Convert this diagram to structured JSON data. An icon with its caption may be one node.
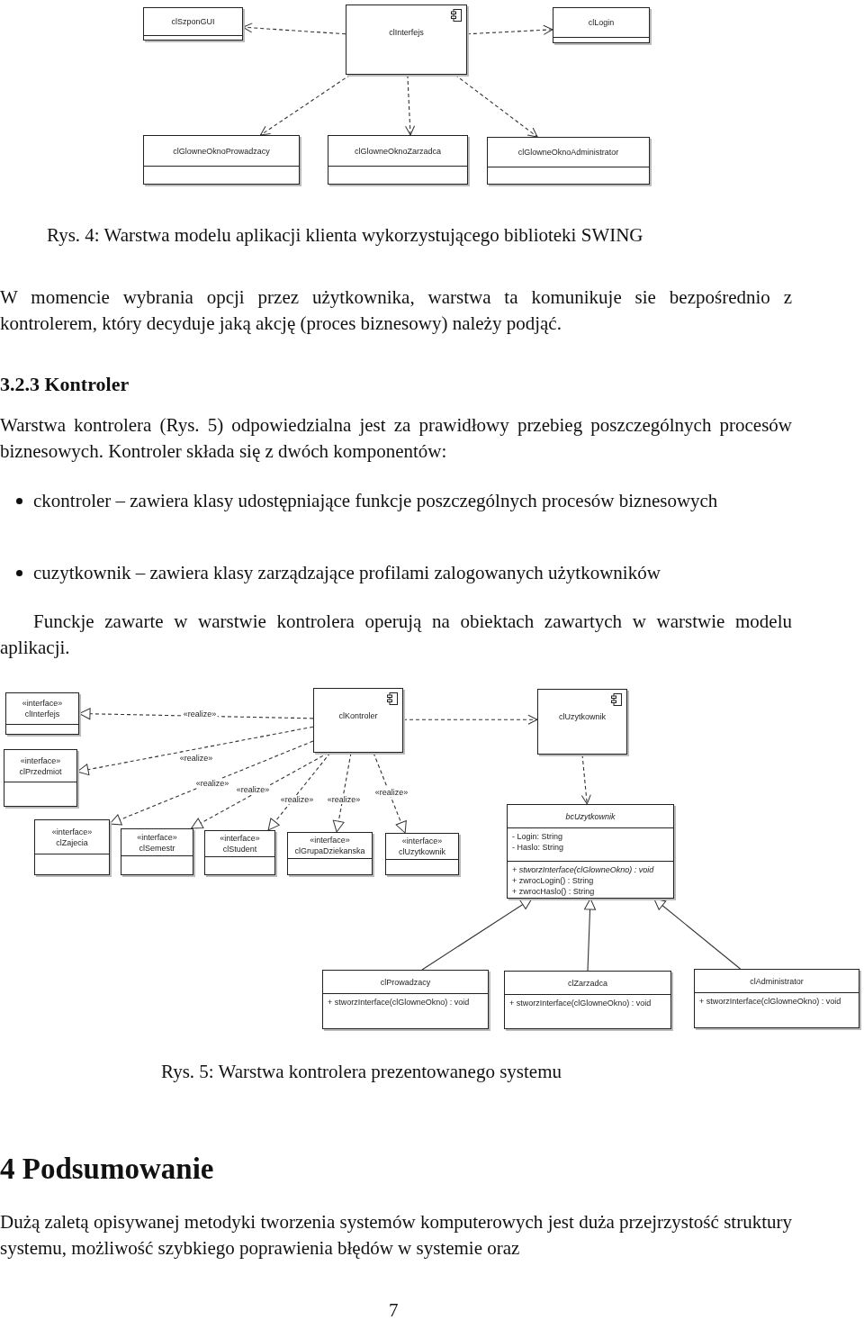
{
  "diagram": {
    "nodes": [
      {
        "text": [
          "clSzponGUI"
        ]
      },
      {
        "text": [
          "clInterfejs"
        ]
      },
      {
        "text": [
          "clLogin"
        ]
      },
      {
        "text": [
          "clGlowneOknoProwadzacy"
        ]
      },
      {
        "text": [
          "clGlowneOknoZarzadca"
        ]
      },
      {
        "text": [
          "clGlowneOknoAdministrator"
        ]
      },
      {
        "text": [
          "«interface»",
          "clInterfejs"
        ]
      },
      {
        "text": [
          "clKontroler"
        ]
      },
      {
        "text": [
          "clUzytkownik"
        ]
      },
      {
        "text": [
          "«interface»",
          "clPrzedmiot"
        ]
      },
      {
        "text": [
          "«interface»",
          "clZajecia"
        ]
      },
      {
        "text": [
          "«interface»",
          "clSemestr"
        ]
      },
      {
        "text": [
          "«interface»",
          "clStudent"
        ]
      },
      {
        "text": [
          "«interface»",
          "clGrupaDziekanska"
        ]
      },
      {
        "text": [
          "«interface»",
          "clUzytkownik"
        ]
      },
      {
        "text": [
          "bcUzytkownik",
          "- Login: String",
          "- Haslo: String",
          "+ stworzInterface(clGlowneOkno) : void",
          "+ zwrocLogin() : String",
          "+ zwrocHaslo() : String"
        ]
      },
      {
        "text": [
          "clProwadzacy",
          "+ stworzInterface(clGlowneOkno) : void"
        ]
      },
      {
        "text": [
          "clZarzadca",
          "+ stworzInterface(clGlowneOkno) : void"
        ]
      },
      {
        "text": [
          "clAdministrator",
          "+ stworzInterface(clGlowneOkno) : void"
        ]
      }
    ],
    "edges": [
      {
        "from": 1,
        "to": 0,
        "arrow": "to",
        "style": "dashed"
      },
      {
        "from": 1,
        "to": 2,
        "arrow": "to",
        "style": "dashed"
      },
      {
        "from": 1,
        "to": 3,
        "arrow": "to",
        "style": "dashed"
      },
      {
        "from": 1,
        "to": 4,
        "arrow": "to",
        "style": "dashed"
      },
      {
        "from": 1,
        "to": 5,
        "arrow": "to",
        "style": "dashed"
      },
      {
        "from": 7,
        "to": 6,
        "arrow": "to",
        "style": "dashed",
        "label": "«realize»"
      },
      {
        "from": 7,
        "to": 8,
        "arrow": "to",
        "style": "dashed"
      },
      {
        "from": 7,
        "to": 9,
        "arrow": "to",
        "style": "dashed",
        "label": "«realize»"
      },
      {
        "from": 7,
        "to": 10,
        "arrow": "to",
        "style": "dashed",
        "label": "«realize»"
      },
      {
        "from": 7,
        "to": 11,
        "arrow": "to",
        "style": "dashed",
        "label": "«realize»"
      },
      {
        "from": 7,
        "to": 12,
        "arrow": "to",
        "style": "dashed",
        "label": "«realize»"
      },
      {
        "from": 7,
        "to": 13,
        "arrow": "to",
        "style": "dashed",
        "label": "«realize»"
      },
      {
        "from": 7,
        "to": 14,
        "arrow": "to",
        "style": "dashed",
        "label": "«realize»"
      },
      {
        "from": 8,
        "to": 15,
        "arrow": "to",
        "style": "dashed"
      },
      {
        "from": 16,
        "to": 15,
        "arrow": "to"
      },
      {
        "from": 17,
        "to": 15,
        "arrow": "to"
      },
      {
        "from": 18,
        "to": 15,
        "arrow": "to"
      }
    ],
    "labels": [
      "Rys. 4: Warstwa modelu aplikacji klienta wykorzystującego biblioteki SWING",
      "W momencie wybrania opcji przez użytkownika, warstwa ta komunikuje sie bezpośrednio z kontrolerem, który decyduje jaką akcję (proces biznesowy) należy podjąć.",
      "3.2.3 Kontroler",
      "Warstwa kontrolera (Rys. 5) odpowiedzialna jest za prawidłowy przebieg poszczególnych procesów biznesowych. Kontroler składa się z dwóch komponentów:",
      "ckontroler – zawiera klasy udostępniające funkcje poszczególnych procesów biznesowych",
      "cuzytkownik – zawiera klasy zarządzające profilami zalogowanych użytkowników",
      "Funckje zawarte w warstwie kontrolera operują na obiektach zawartych w warstwie modelu aplikacji.",
      "Rys. 5: Warstwa kontrolera prezentowanego systemu",
      "4 Podsumowanie",
      "Dużą zaletą opisywanej metodyki tworzenia systemów komputerowych jest duża przejrzystość struktury systemu, możliwość szybkiego poprawienia błędów w systemie oraz",
      "7"
    ]
  }
}
